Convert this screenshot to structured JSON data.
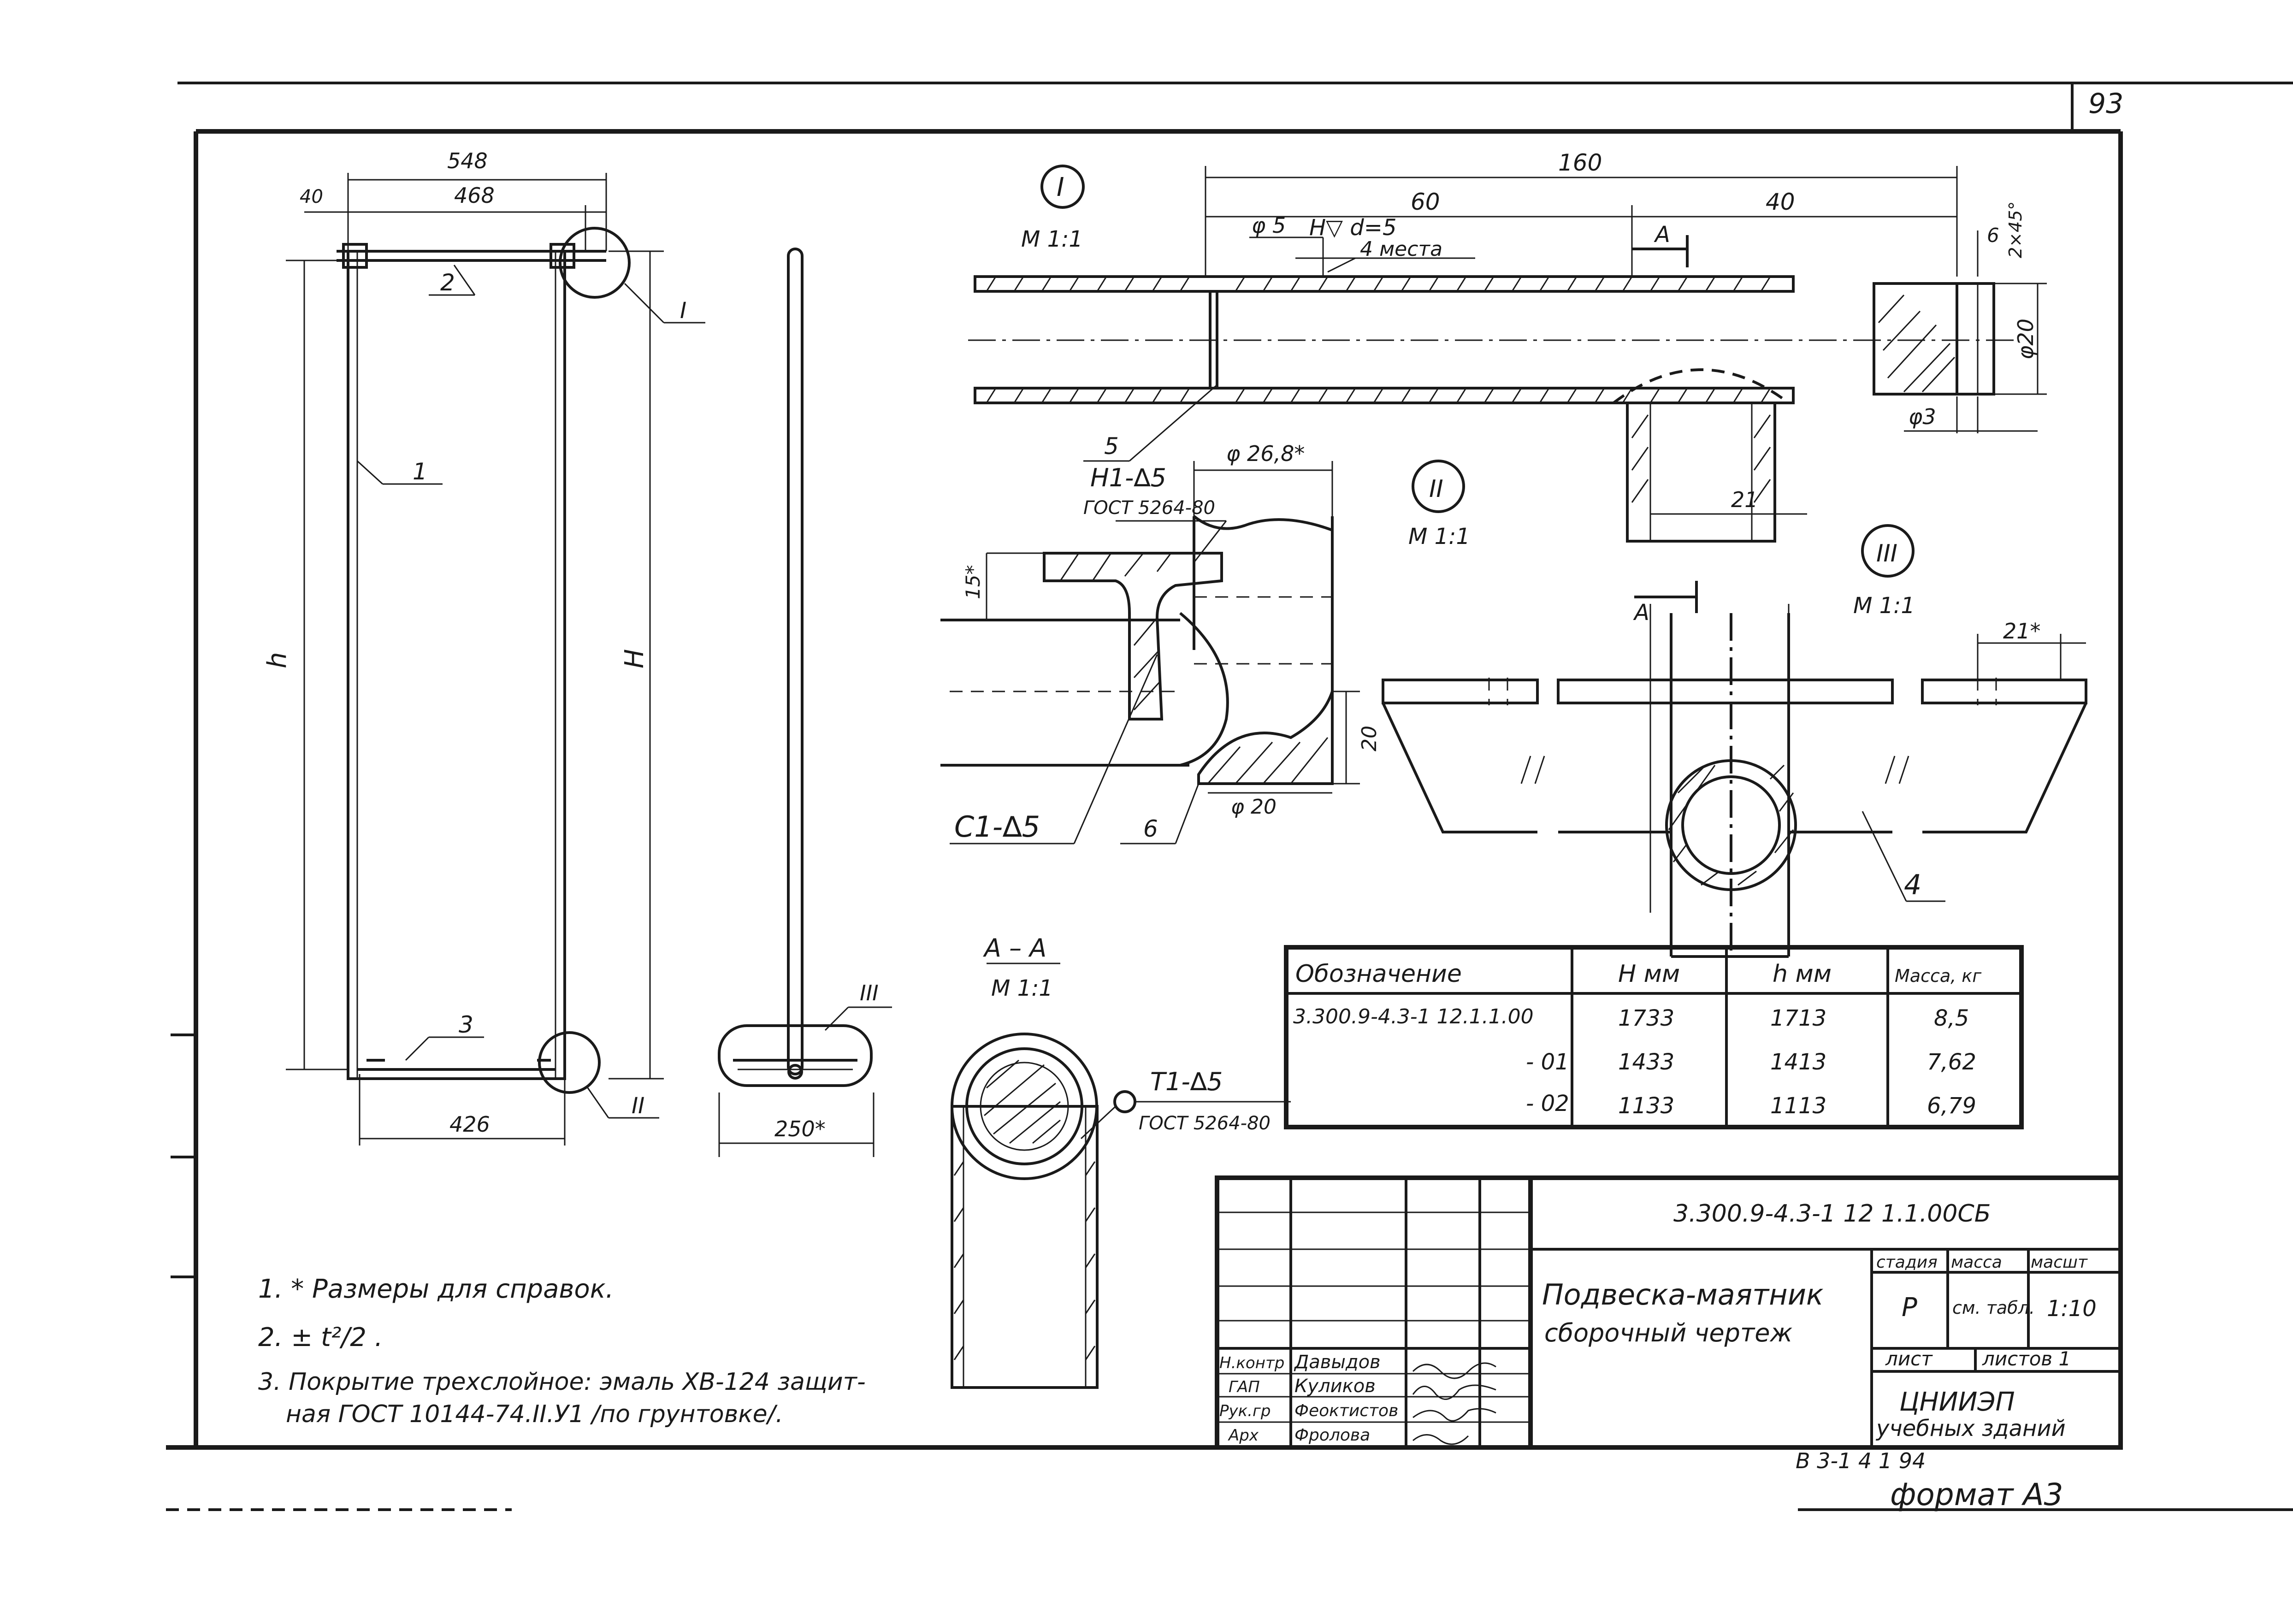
{
  "sheet": {
    "page_number": "93",
    "format_label": "формат А3",
    "bottom_code": "В 3-1  4 1   94"
  },
  "views": {
    "overall": {
      "dim_total_width": "548",
      "dim_edge": "40",
      "dim_inner_width": "468",
      "dim_bottom_width": "426",
      "dim_h": "h",
      "dim_H": "H",
      "part_1": "1",
      "part_2": "2",
      "part_3": "3",
      "callout_I": "I",
      "callout_II": "II"
    },
    "side": {
      "callout_III": "III",
      "dim_250": "250*"
    },
    "detail_I": {
      "marker": "I",
      "scale": "М 1:1",
      "dim_160": "160",
      "dim_60": "60",
      "dim_40": "40",
      "dim_d5": "φ 5",
      "weld_note": "Н▽ d=5",
      "weld_places": "4 места",
      "section_A": "А",
      "dim_6": "6",
      "chamfer": "2×45°",
      "dim_d20": "φ20",
      "dim_d3": "φ3",
      "part_5": "5",
      "dim_21": "21"
    },
    "detail_II": {
      "marker": "II",
      "scale": "М 1:1",
      "weld_h1": "Н1-∆5",
      "gost": "ГОСТ 5264-80",
      "dim_d26": "φ 26,8*",
      "dim_15": "15*",
      "dim_20": "20",
      "dim_d20": "φ 20",
      "weld_c1": "С1-∆5",
      "part_6": "6"
    },
    "detail_III": {
      "marker": "III",
      "scale": "М 1:1",
      "section_A": "А",
      "dim_21": "21*",
      "part_4": "4"
    },
    "section_AA": {
      "title": "А – А",
      "scale": "М 1:1",
      "weld_t1": "Т1-∆5",
      "gost": "ГОСТ 5264-80"
    }
  },
  "variants_table": {
    "headers": [
      "Обозначение",
      "Н мм",
      "h мм",
      "Масса, кг"
    ],
    "rows": [
      [
        "3.300.9-4.3-1 12.1.1.00",
        "1733",
        "1713",
        "8,5"
      ],
      [
        "- 01",
        "1433",
        "1413",
        "7,62"
      ],
      [
        "- 02",
        "1133",
        "1113",
        "6,79"
      ]
    ]
  },
  "notes": [
    "1. * Размеры для справок.",
    "2. ± t²/2 .",
    "3. Покрытие трехслойное: эмаль ХВ-124 защит-",
    "ная ГОСТ 10144-74.II.У1 /по грунтовке/."
  ],
  "title_block": {
    "doc_code": "3.300.9-4.3-1 12 1.1.00СБ",
    "title_line1": "Подвеска-маятник",
    "title_line2": "сборочный чертеж",
    "stage_header": "стадия",
    "mass_header": "масса",
    "scale_header": "масшт",
    "stage_value": "Р",
    "mass_value": "см. табл.",
    "scale_value": "1:10",
    "sheet_label": "лист",
    "sheets_label": "листов 1",
    "org_line1": "ЦНИИЭП",
    "org_line2": "учебных зданий",
    "signatures": [
      [
        "Н.контр",
        "Давыдов"
      ],
      [
        "ГАП",
        "Куликов"
      ],
      [
        "Рук.гр",
        "Феоктистов"
      ],
      [
        "Арх",
        "Фролова"
      ]
    ]
  }
}
